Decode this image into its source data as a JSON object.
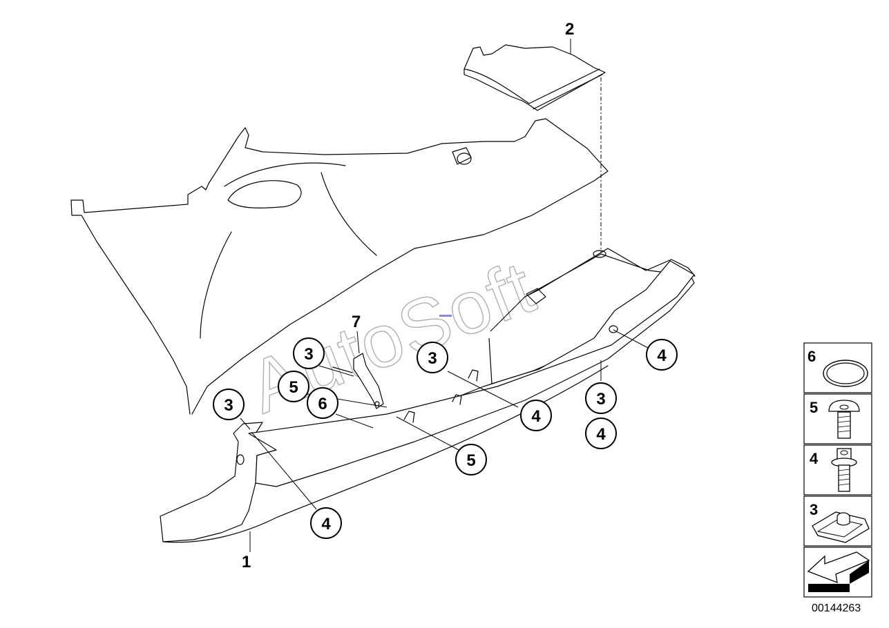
{
  "diagram": {
    "watermark": "AutoSoft",
    "reference_number": "00144263",
    "part_labels": {
      "p1": "1",
      "p2": "2",
      "p7": "7"
    },
    "callouts": {
      "c3_left": "3",
      "c3_upper": "3",
      "c5_mid": "5",
      "c6_mid": "6",
      "c3_center": "3",
      "c4_center": "4",
      "c5_lower": "5",
      "c4_lower": "4",
      "c3_right": "3",
      "c4_right_low": "4",
      "c4_right_top": "4"
    },
    "legend": [
      {
        "number": "6",
        "icon": "o-ring-icon"
      },
      {
        "number": "5",
        "icon": "button-head-screw-icon"
      },
      {
        "number": "4",
        "icon": "collar-bolt-icon"
      },
      {
        "number": "3",
        "icon": "clip-nut-icon"
      },
      {
        "number": "",
        "icon": "direction-arrow-icon"
      }
    ]
  }
}
